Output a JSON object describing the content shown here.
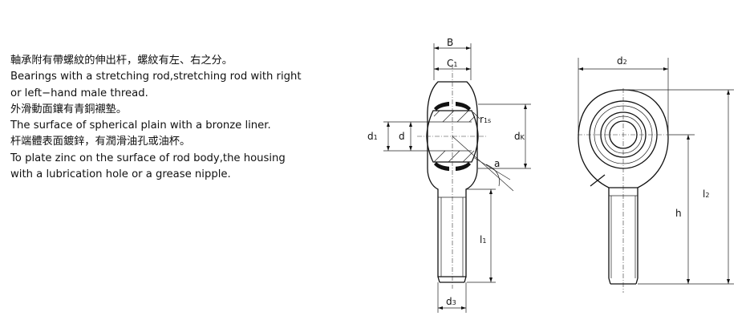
{
  "description": {
    "lines": [
      "軸承附有帶螺紋的伸出杆，螺紋有左、右之分。",
      "Bearings with a stretching rod,stretching rod with right",
      "or left−hand male thread.",
      "外滑動面鑲有青銅襯墊。",
      "The surface of spherical plain with a bronze liner.",
      "杆端體表面鍍鋅，有潤滑油孔或油杯。",
      "To plate zinc on the surface of rod body,the housing",
      "with a lubrication hole or a grease nipple."
    ]
  },
  "drawing": {
    "labels": {
      "B": "B",
      "C": "C",
      "C_sub": "1",
      "r": "r",
      "r_sub": "1s",
      "d1": "d",
      "d1_sub": "1",
      "d": "d",
      "dk": "d",
      "dk_sub": "K",
      "a": "a",
      "l1": "l",
      "l1_sub": "1",
      "d3": "d",
      "d3_sub": "3",
      "d2": "d",
      "d2_sub": "2",
      "h": "h",
      "l2": "l",
      "l2_sub": "2"
    }
  }
}
